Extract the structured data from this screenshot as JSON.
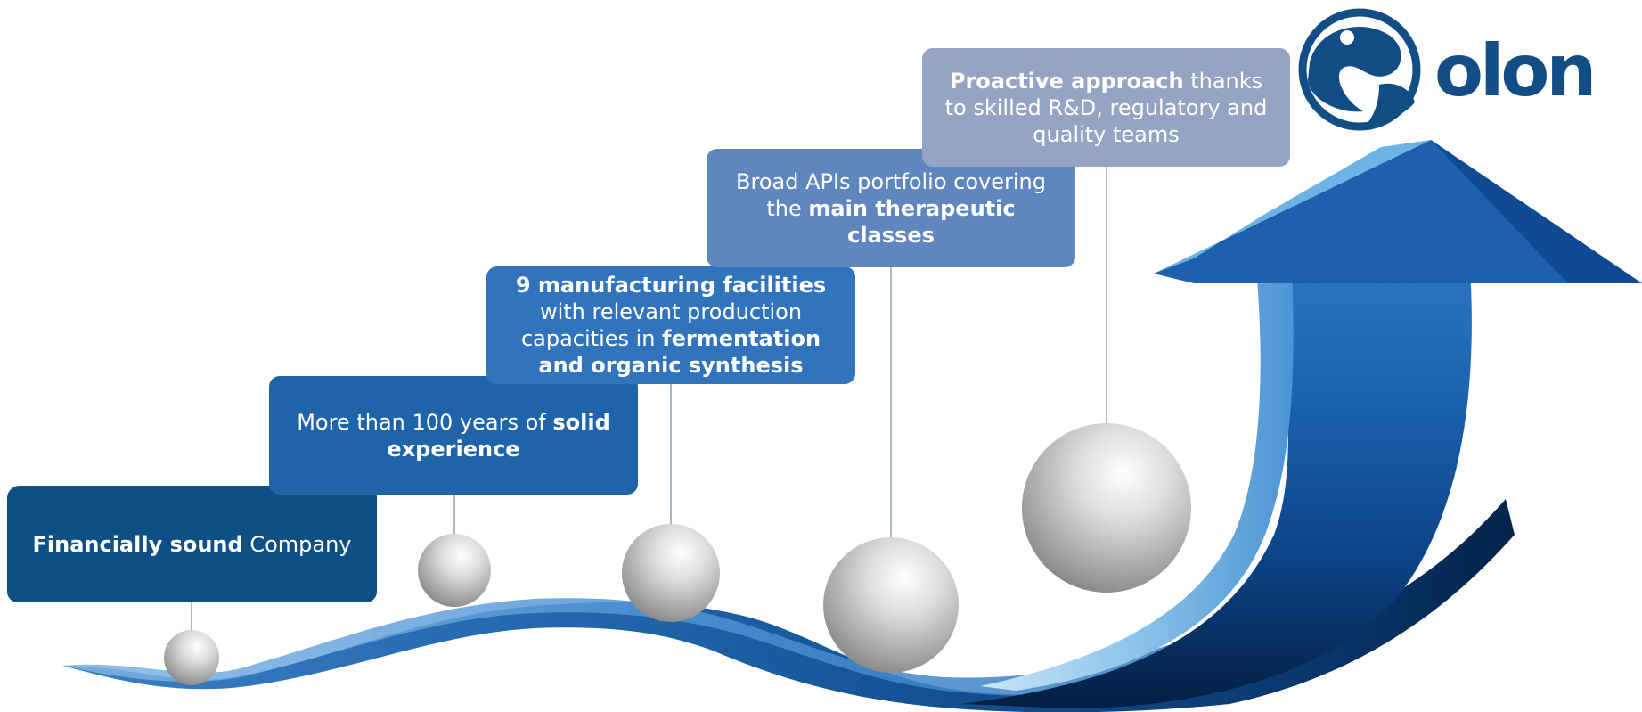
{
  "brand": {
    "name": "olon",
    "color": "#124d86"
  },
  "steps": [
    {
      "id": 1,
      "color": "#0e4f86",
      "parts": [
        {
          "text": "Financially sound",
          "bold": true
        },
        {
          "text": " Company",
          "bold": false
        }
      ]
    },
    {
      "id": 2,
      "color": "#1f63a8",
      "parts": [
        {
          "text": "More than 100 years of ",
          "bold": false
        },
        {
          "text": "solid experience",
          "bold": true
        }
      ]
    },
    {
      "id": 3,
      "color": "#3273bd",
      "parts": [
        {
          "text": "9 manufacturing facilities",
          "bold": true
        },
        {
          "text": " with relevant production capacities in ",
          "bold": false
        },
        {
          "text": "fermentation and organic synthesis",
          "bold": true
        }
      ]
    },
    {
      "id": 4,
      "color": "#5f86bf",
      "parts": [
        {
          "text": "Broad APIs  portfolio covering the ",
          "bold": false
        },
        {
          "text": "main therapeutic classes",
          "bold": true
        }
      ]
    },
    {
      "id": 5,
      "color": "#94a4c2",
      "parts": [
        {
          "text": "Proactive  approach",
          "bold": true
        },
        {
          "text": " thanks to skilled R&D, regulatory and quality teams",
          "bold": false
        }
      ]
    }
  ],
  "flat": {
    "step1": {
      "a": "Financially sound",
      "b": " Company"
    },
    "step2": {
      "a": "More than 100 years of ",
      "b": "solid experience"
    },
    "step3": {
      "a": "9 manufacturing facilities",
      "b": " with relevant production capacities in ",
      "c": "fermentation and organic synthesis"
    },
    "step4": {
      "a": "Broad APIs  portfolio covering the ",
      "b": "main therapeutic classes"
    },
    "step5": {
      "a": "Proactive  approach",
      "b": " thanks to skilled R&D, regulatory and quality teams"
    }
  }
}
